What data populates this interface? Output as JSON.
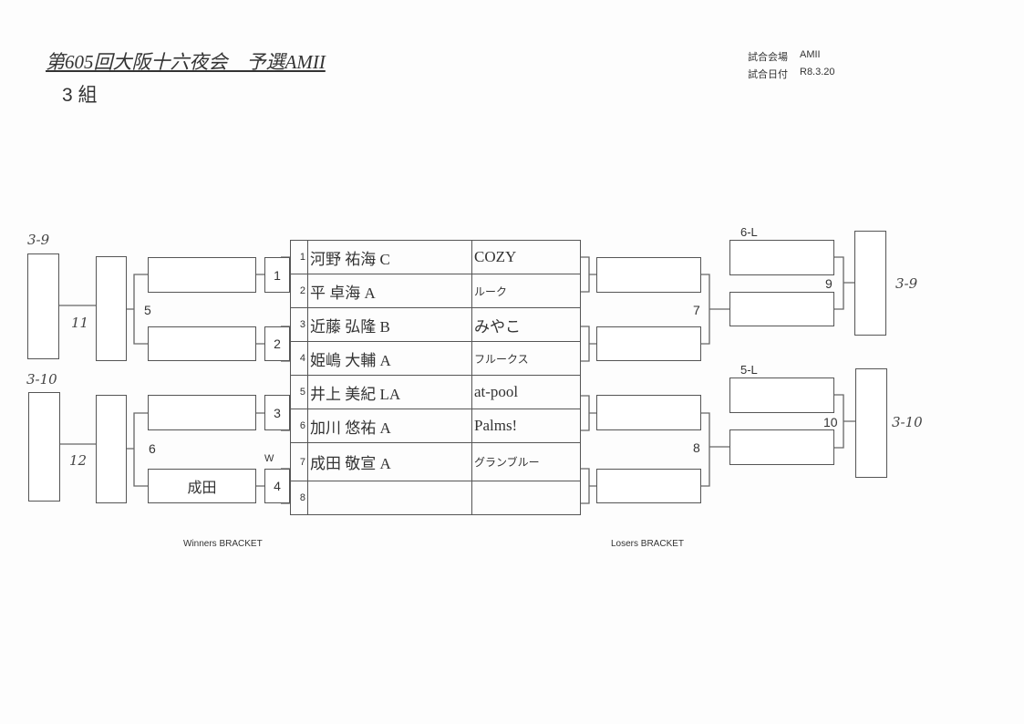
{
  "header": {
    "title": "第605回大阪十六夜会　予選AMII",
    "group": "3 組",
    "venue_label": "試合会場",
    "venue": "AMII",
    "date_label": "試合日付",
    "date": "R8.3.20"
  },
  "players": [
    {
      "no": "1",
      "name": "河野 祐海 C",
      "team": "COZY"
    },
    {
      "no": "2",
      "name": "平 卓海 A",
      "team": "ルーク"
    },
    {
      "no": "3",
      "name": "近藤 弘隆 B",
      "team": "みやこ"
    },
    {
      "no": "4",
      "name": "姫嶋 大輔 A",
      "team": "フルークス"
    },
    {
      "no": "5",
      "name": "井上 美紀 LA",
      "team": "at-pool"
    },
    {
      "no": "6",
      "name": "加川 悠祐 A",
      "team": "Palms!"
    },
    {
      "no": "7",
      "name": "成田 敬宣 A",
      "team": "グランブルー"
    },
    {
      "no": "8",
      "name": "",
      "team": ""
    }
  ],
  "winners": {
    "m1": "1",
    "m2": "2",
    "m3": "3",
    "m4": "4",
    "m5": "5",
    "m6": "6",
    "m11": "11",
    "m12": "12",
    "w_mark": "W",
    "m4_winner": "成田",
    "out_top": "3-9",
    "out_bottom": "3-10",
    "label": "Winners BRACKET"
  },
  "losers": {
    "m7": "7",
    "m8": "8",
    "m9": "9",
    "m10": "10",
    "from_top": "6-L",
    "from_bottom": "5-L",
    "out_top": "3-9",
    "out_bottom": "3-10",
    "label": "Losers BRACKET"
  }
}
